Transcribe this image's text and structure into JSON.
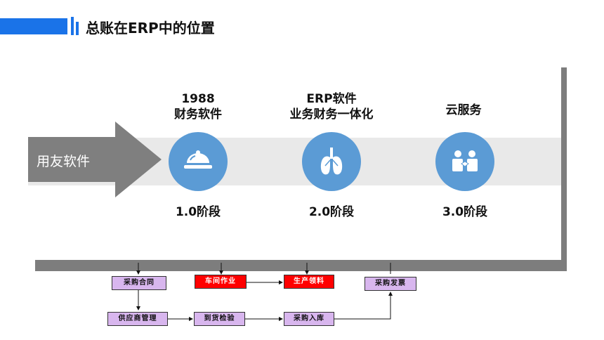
{
  "header": {
    "title": "总账在ERP中的位置"
  },
  "arrow": {
    "label": "用友软件"
  },
  "stages": [
    {
      "line1": "1988",
      "line2": "财务软件",
      "stage": "1.0阶段",
      "icon": "cloche-icon"
    },
    {
      "line1": "ERP软件",
      "line2": "业务财务一体化",
      "stage": "2.0阶段",
      "icon": "lungs-icon"
    },
    {
      "line1": "",
      "line2": "云服务",
      "stage": "3.0阶段",
      "icon": "handshake-icon"
    }
  ],
  "flow": {
    "purchase_contract": "采购合同",
    "workshop_ops": "车间作业",
    "production_picking": "生产领料",
    "purchase_invoice": "采购发票",
    "supplier_mgmt": "供应商管理",
    "goods_inspection": "到货检验",
    "purchase_receipt": "采购入库"
  },
  "colors": {
    "accent": "#1a73e8",
    "circle": "#5b9bd5",
    "arrow": "#7f7f7f",
    "purple_box": "#d8b6ee",
    "red_box": "#ff0000"
  }
}
